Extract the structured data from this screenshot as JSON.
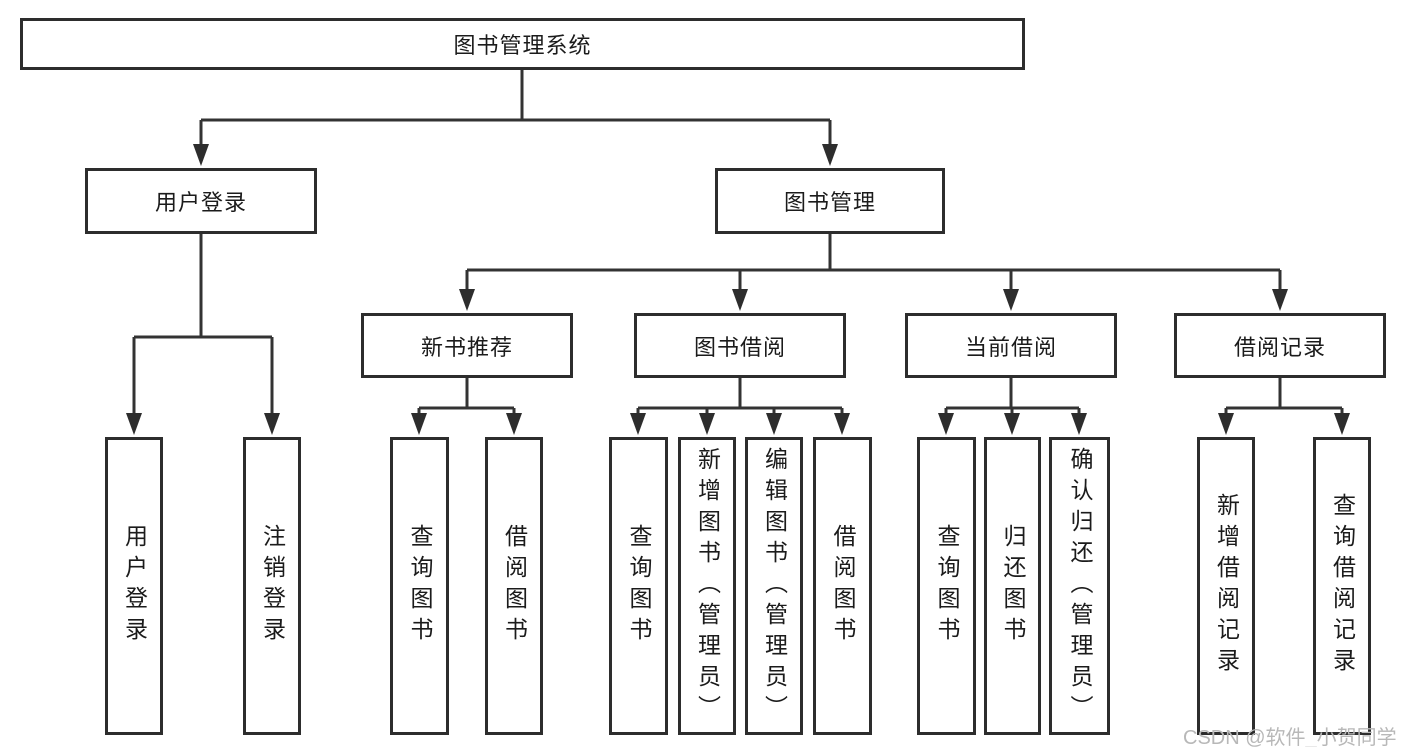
{
  "tree": {
    "root": {
      "label": "图书管理系统",
      "children": [
        {
          "label": "用户登录",
          "children": [
            {
              "label": "用户登录"
            },
            {
              "label": "注销登录"
            }
          ]
        },
        {
          "label": "图书管理",
          "children": [
            {
              "label": "新书推荐",
              "children": [
                {
                  "label": "查询图书"
                },
                {
                  "label": "借阅图书"
                }
              ]
            },
            {
              "label": "图书借阅",
              "children": [
                {
                  "label": "查询图书"
                },
                {
                  "label": "新增图书（管理员）"
                },
                {
                  "label": "编辑图书（管理员）"
                },
                {
                  "label": "借阅图书"
                }
              ]
            },
            {
              "label": "当前借阅",
              "children": [
                {
                  "label": "查询图书"
                },
                {
                  "label": "归还图书"
                },
                {
                  "label": "确认归还（管理员）"
                }
              ]
            },
            {
              "label": "借阅记录",
              "children": [
                {
                  "label": "新增借阅记录"
                },
                {
                  "label": "查询借阅记录"
                }
              ]
            }
          ]
        }
      ]
    }
  },
  "watermark": {
    "text": "CSDN @软件_小贺同学"
  },
  "colors": {
    "line": "#333333",
    "box_border": "#2d2d2d",
    "text": "#1b1b1b",
    "watermark": "#b8b8b8",
    "background": "#ffffff"
  }
}
